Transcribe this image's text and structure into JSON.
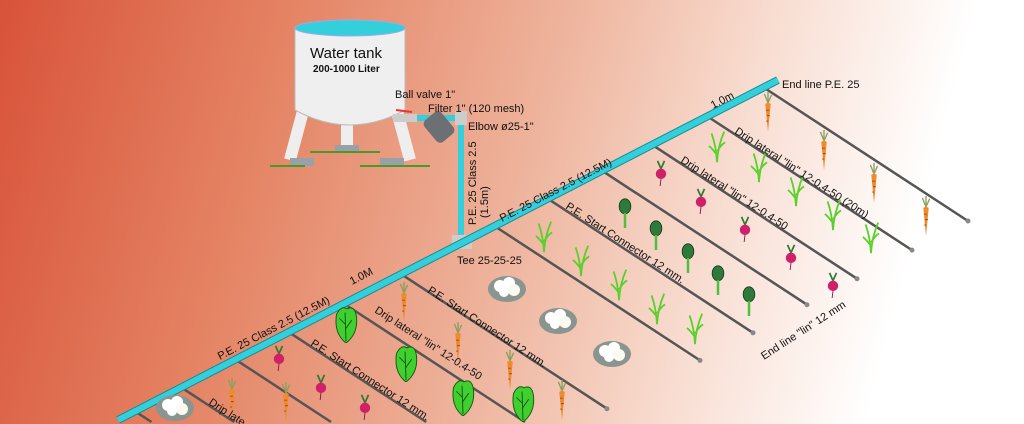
{
  "tank": {
    "title": "Water tank",
    "capacity": "200-1000 Liter"
  },
  "fittings": {
    "ball_valve": "Ball valve 1\"",
    "filter": "Filter 1\" (120 mesh)",
    "elbow": "Elbow ø25-1\"",
    "riser": "P.E. 25  Class 2.5",
    "riser_length": "(1.5m)",
    "tee": "Tee 25-25-25"
  },
  "upper_section": {
    "main_pipe": "P.E. 25  Class 2.5 (12.5M)",
    "spacing": "1.0m",
    "end_line": "End line P.E. 25",
    "start_connector": "P.E. Start Connector 12 mm.",
    "drip_lateral_1": "Drip lateral  \"lin\"  12-0.4-50",
    "drip_lateral_2": "Drip lateral  \"lin\"  12-0.4-50  (20m)",
    "lateral_end": "End line \"lin\" 12 mm"
  },
  "lower_section": {
    "main_pipe": "P.E. 25 Class 2.5 (12.5M)",
    "spacing": "1.0M",
    "start_connector_1": "P.E. Start Connector 12 mm.",
    "start_connector_2": "P.E. Start Connector 12 mm.",
    "drip_lateral_1": "Drip lateral  \"lin\"  12-0.4-50",
    "drip_lateral_2": "Drip late"
  },
  "colors": {
    "pipe": "#33d0dc",
    "lateral": "#555555",
    "tank": "#efefef"
  }
}
